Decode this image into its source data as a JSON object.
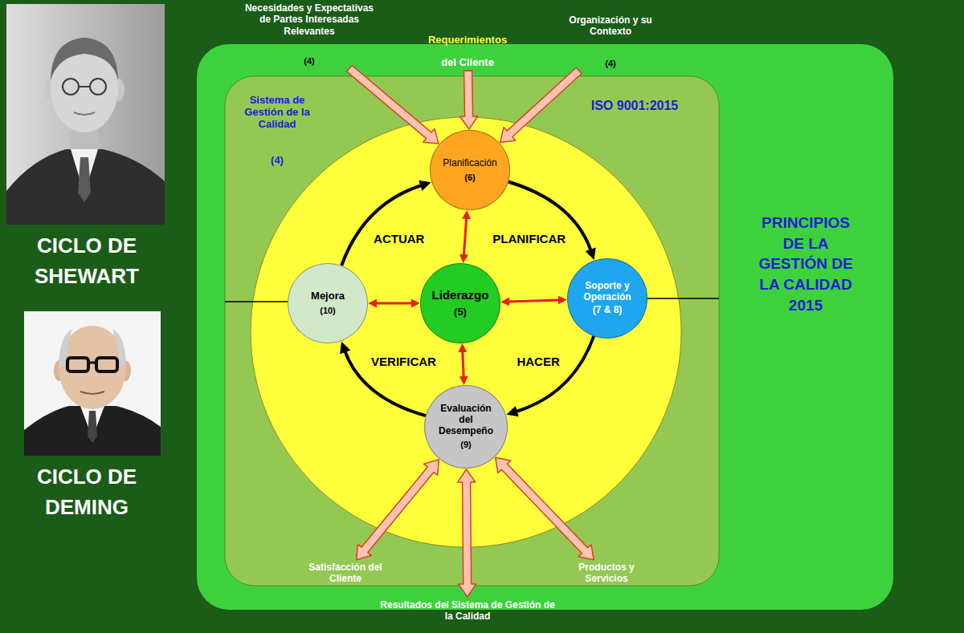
{
  "diagram": {
    "nodes": [
      {
        "text": [
          "Necesidades y Expectativas de Partes Interesadas Relevantes",
          "(4)"
        ]
      },
      {
        "text": [
          "Requerimientos",
          "del Cliente"
        ]
      },
      {
        "text": [
          "Organización y su Contexto",
          "(4)"
        ]
      },
      {
        "text": [
          "PRINCIPIOS DE LA GESTIÓN DE LA CALIDAD 2015"
        ]
      },
      {
        "text": [
          "Sistema de Gestión de la Calidad",
          "(4)",
          "ISO 9001:2015"
        ],
        "in": 3
      },
      {
        "text": [
          "Planificación",
          "(6)"
        ],
        "in": 4
      },
      {
        "text": [
          "Mejora",
          "(10)"
        ],
        "in": 4
      },
      {
        "text": [
          "Liderazgo",
          "(5)"
        ],
        "in": 4
      },
      {
        "text": [
          "Soporte y Operación",
          "(7 & 8)"
        ],
        "in": 4
      },
      {
        "text": [
          "Evaluación del Desempeño",
          "(9)"
        ],
        "in": 4
      },
      {
        "text": [
          "Satisfacción del Cliente"
        ]
      },
      {
        "text": [
          "Resultados del Sistema de Gestión de la Calidad"
        ]
      },
      {
        "text": [
          "Productos y Servicios"
        ]
      }
    ],
    "edges": [
      {
        "from": 0,
        "to": 5,
        "arrow": "to"
      },
      {
        "from": 1,
        "to": 5,
        "arrow": "to"
      },
      {
        "from": 2,
        "to": 5,
        "arrow": "to"
      },
      {
        "from": 6,
        "to": 5,
        "label": "ACTUAR",
        "arrow": "to"
      },
      {
        "from": 5,
        "to": 8,
        "label": "PLANIFICAR",
        "arrow": "to"
      },
      {
        "from": 8,
        "to": 9,
        "label": "HACER",
        "arrow": "to"
      },
      {
        "from": 9,
        "to": 6,
        "label": "VERIFICAR",
        "arrow": "to"
      },
      {
        "from": 7,
        "to": 5,
        "arrow": "both"
      },
      {
        "from": 7,
        "to": 8,
        "arrow": "both"
      },
      {
        "from": 7,
        "to": 9,
        "arrow": "both"
      },
      {
        "from": 7,
        "to": 6,
        "arrow": "both"
      },
      {
        "from": 9,
        "to": 10,
        "arrow": "both"
      },
      {
        "from": 9,
        "to": 11,
        "arrow": "both"
      },
      {
        "from": 9,
        "to": 12,
        "arrow": "both"
      }
    ],
    "labels": [
      "CICLO DE SHEWART",
      "CICLO DE DEMING"
    ]
  }
}
